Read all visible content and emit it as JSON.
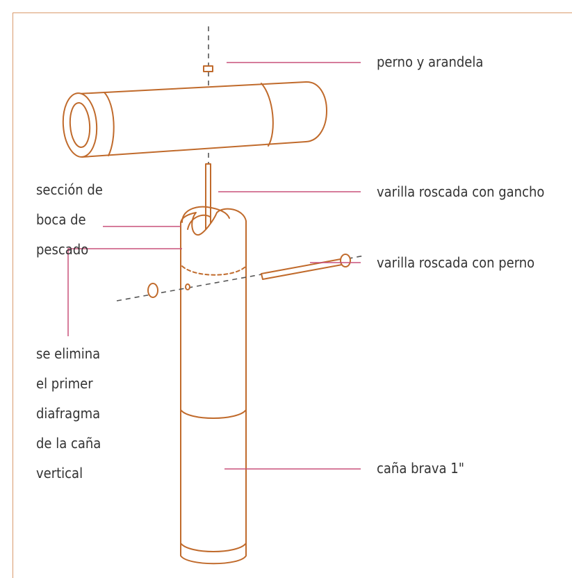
{
  "labels": {
    "perno": "perno y arandela",
    "varilla_gancho": "varilla roscada con gancho",
    "varilla_perno": "varilla roscada con perno",
    "seccion_1": "sección de",
    "seccion_2": "boca de",
    "seccion_3": "pescado",
    "elimina_1": "se elimina",
    "elimina_2": "el primer",
    "elimina_3": "diafragma",
    "elimina_4": "de la caña",
    "elimina_5": "vertical",
    "cana": "caña brava 1\""
  },
  "colors": {
    "line": "#c06a2b",
    "leader": "#c8507a",
    "frame": "#d99a6c",
    "text": "#333333"
  }
}
